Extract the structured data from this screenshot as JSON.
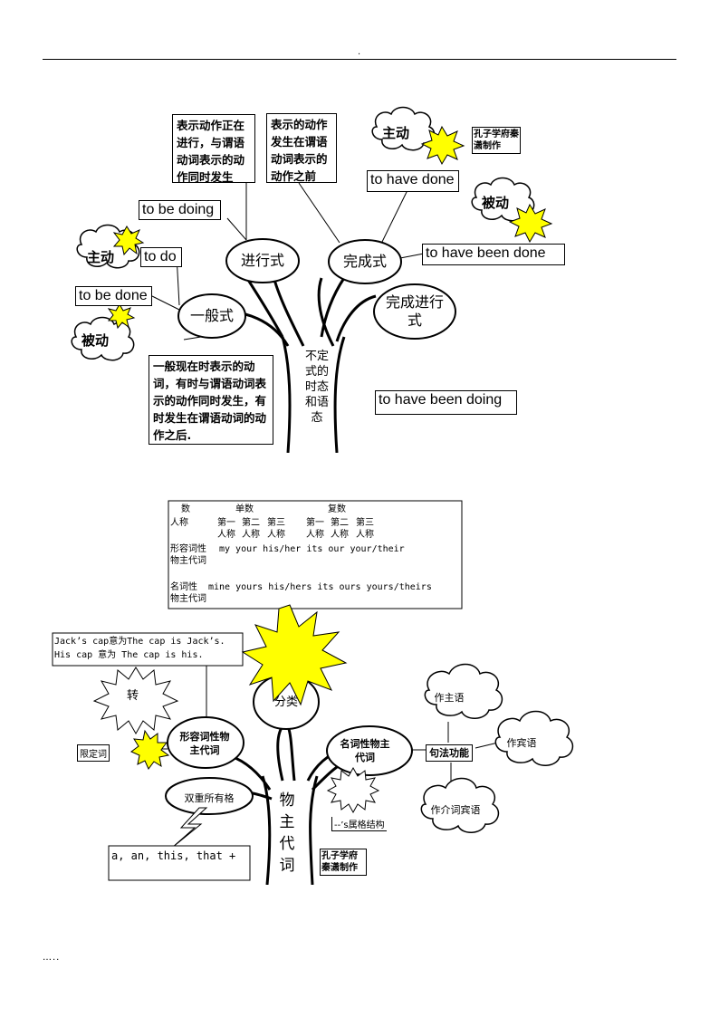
{
  "header_mark": ".",
  "footer_mark": "…..",
  "tree1": {
    "nodes": {
      "yiban": "一般式",
      "jinxing": "进行式",
      "wancheng": "完成式",
      "wanchengjinxing": "完成进行式",
      "trunk": "不定式的时态和语态"
    },
    "boxes": {
      "jinxing_desc": "表示动作正在进行，与谓语动词表示的动作同时发生",
      "wancheng_desc": "表示的动作发生在谓语动词表示的动作之前",
      "yiban_desc": "一般现在时表示的动词，有时与谓语动词表示的动作同时发生，有时发生在谓语动词的动作之后.",
      "to_be_doing": "to be doing",
      "to_do": "to do",
      "to_be_done": "to be done",
      "to_have_done": "to have done",
      "to_have_been_done": "to have been done",
      "to_have_been_doing": "to have been doing",
      "credit": "孔子学府秦潇制作"
    },
    "clouds": {
      "active_left": "主动",
      "passive_left": "被动",
      "active_right": "主动",
      "passive_right": "被动"
    }
  },
  "tree2": {
    "table": {
      "row1": [
        "数",
        "单数",
        "复数"
      ],
      "row2_label": "人称",
      "row2": [
        "第一",
        "第二",
        "第三",
        "第一",
        "第二",
        "第三"
      ],
      "row3": [
        "人称",
        "人称",
        "人称",
        "人称",
        "人称",
        "人称"
      ],
      "adj_label_1": "形容词性",
      "adj_label_2": "物主代词",
      "adj_values": "my your his/her  its our your/their",
      "noun_label_1": "名词性",
      "noun_label_2": "物主代词",
      "noun_values": "mine yours his/hers its ours yours/theirs"
    },
    "example_box": {
      "line1": "Jack’s cap意为The cap is Jack’s.",
      "line2": "His cap  意为 The cap is his."
    },
    "nodes": {
      "fenlei": "分类",
      "adj": "形容词性物主代词",
      "noun": "名词性物主代词",
      "double": "双重所有格",
      "trunk": "物主代词"
    },
    "clouds": {
      "zuo_zhuyu": "作主语",
      "zuo_binyu": "作宾语",
      "zuo_jieci": "作介词宾语"
    },
    "labels": {
      "zhuan": "转",
      "xiandingci": "限定词",
      "jufa": "句法功能",
      "s_struct": "--’s属格结构",
      "a_an": "a,  an,  this,  that +",
      "credit": "孔子学府秦潇制作"
    }
  },
  "colors": {
    "star": "#ffff00",
    "line": "#000000",
    "cloud_fill": "#ffffff"
  }
}
